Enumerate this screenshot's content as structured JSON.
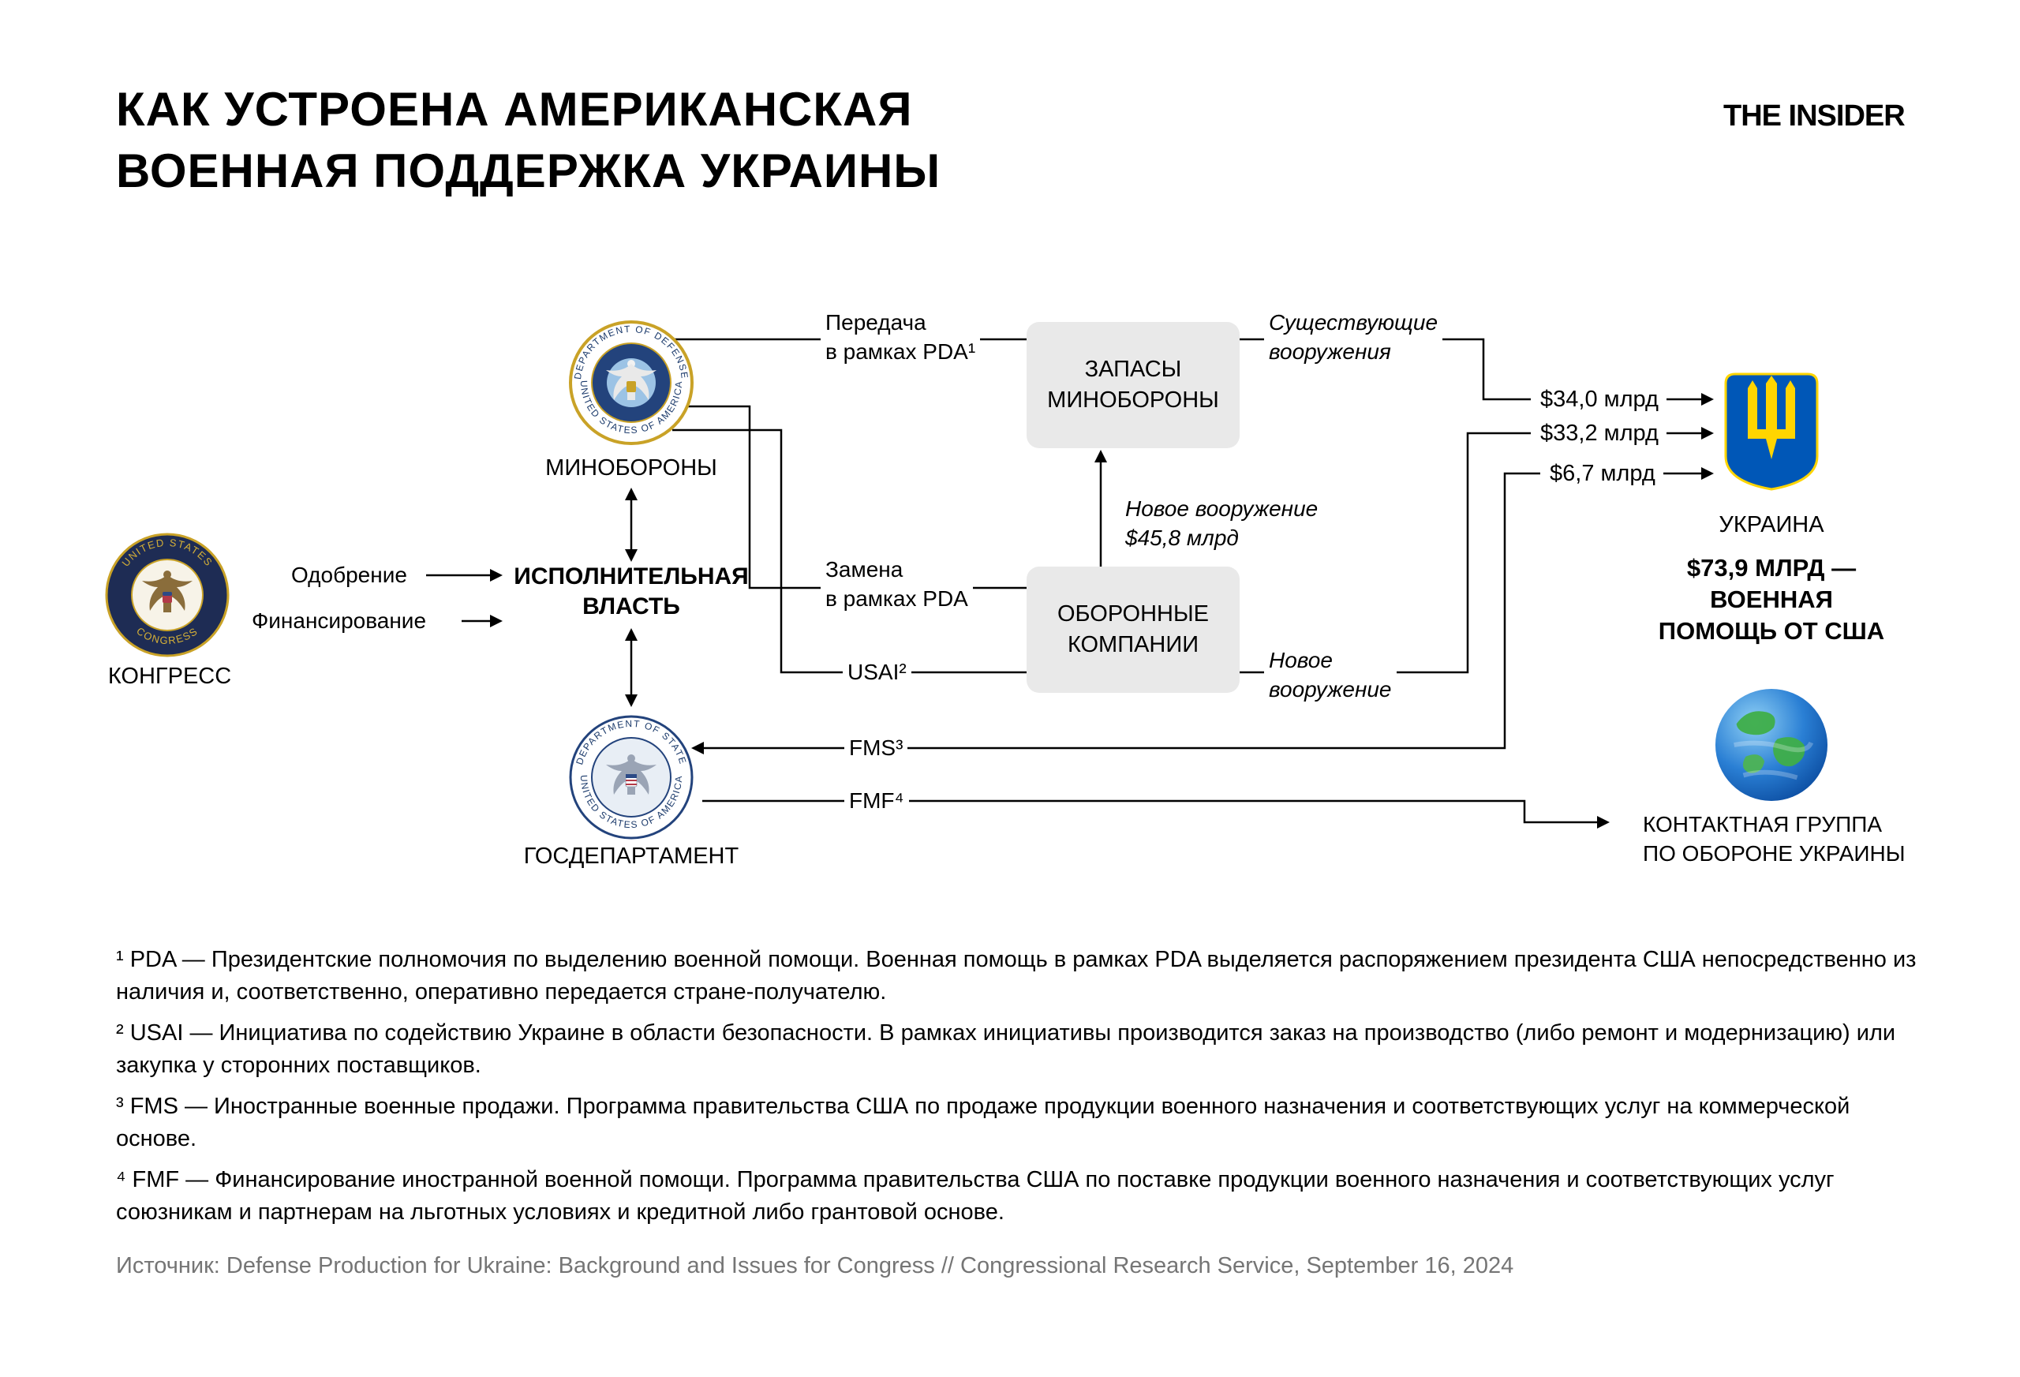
{
  "header": {
    "title_line1": "КАК УСТРОЕНА АМЕРИКАНСКАЯ",
    "title_line2": "ВОЕННАЯ ПОДДЕРЖКА УКРАИНЫ",
    "brand": "THE INSIDER"
  },
  "diagram": {
    "congress": {
      "label": "КОНГРЕСС",
      "seal_top": "UNITED STATES",
      "seal_bottom": "CONGRESS"
    },
    "approval": "Одобрение",
    "financing": "Финансирование",
    "executive_line1": "ИСПОЛНИТЕЛЬНАЯ",
    "executive_line2": "ВЛАСТЬ",
    "dod": {
      "label": "МИНОБОРОНЫ",
      "seal_top": "DEPARTMENT OF DEFENSE",
      "seal_bottom": "UNITED STATES OF AMERICA"
    },
    "state": {
      "label": "ГОСДЕПАРТАМЕНТ",
      "seal_top": "DEPARTMENT OF STATE",
      "seal_bottom": "UNITED STATES OF AMERICA"
    },
    "pda_transfer_line1": "Передача",
    "pda_transfer_line2": "в рамках PDA¹",
    "pda_replace_line1": "Замена",
    "pda_replace_line2": "в рамках PDA",
    "usai_label": "USAI²",
    "fms_label": "FMS³",
    "fmf_label": "FMF⁴",
    "stocks_line1": "ЗАПАСЫ",
    "stocks_line2": "МИНОБОРОНЫ",
    "companies_line1": "ОБОРОННЫЕ",
    "companies_line2": "КОМПАНИИ",
    "existing_line1": "Существующие",
    "existing_line2": "вооружения",
    "new_mid_line1": "Новое вооружение",
    "new_mid_line2": "$45,8 млрд",
    "new_right_line1": "Новое",
    "new_right_line2": "вооружение",
    "amount_pda": "$34,0 млрд",
    "amount_usai": "$33,2 млрд",
    "amount_fms": "$6,7 млрд",
    "ukraine_label": "УКРАИНА",
    "total_line1": "$73,9 МЛРД —",
    "total_line2": "ВОЕННАЯ",
    "total_line3": "ПОМОЩЬ ОТ США",
    "contact_line1": "КОНТАКТНАЯ ГРУППА",
    "contact_line2": "ПО ОБОРОНЕ УКРАИНЫ"
  },
  "footnotes": [
    "¹ PDA — Президентские полномочия по выделению военной помощи. Военная помощь в рамках PDA выделяется распоряжением президента США непосредственно из наличия и, соответственно, оперативно передается стране-получателю.",
    "² USAI — Инициатива по содействию Украине в области безопасности. В рамках инициативы производится заказ на производство (либо ремонт и модернизацию) или закупка у сторонних поставщиков.",
    "³ FMS — Иностранные военные продажи. Программа правительства США по продаже продукции военного назначения и соответствующих услуг на коммерческой основе.",
    "⁴ FMF — Финансирование иностранной военной помощи. Программа правительства США по поставке продукции военного назначения и соответствующих услуг союзникам и партнерам на льготных условиях и кредитной либо грантовой основе."
  ],
  "source": "Источник: Defense Production for Ukraine: Background and Issues for Congress // Congressional Research Service, September 16, 2024",
  "colors": {
    "ukraine_blue": "#0057b7",
    "ukraine_yellow": "#ffd500",
    "box_gray": "#e9e9e9",
    "line_black": "#000000",
    "source_gray": "#757575"
  }
}
